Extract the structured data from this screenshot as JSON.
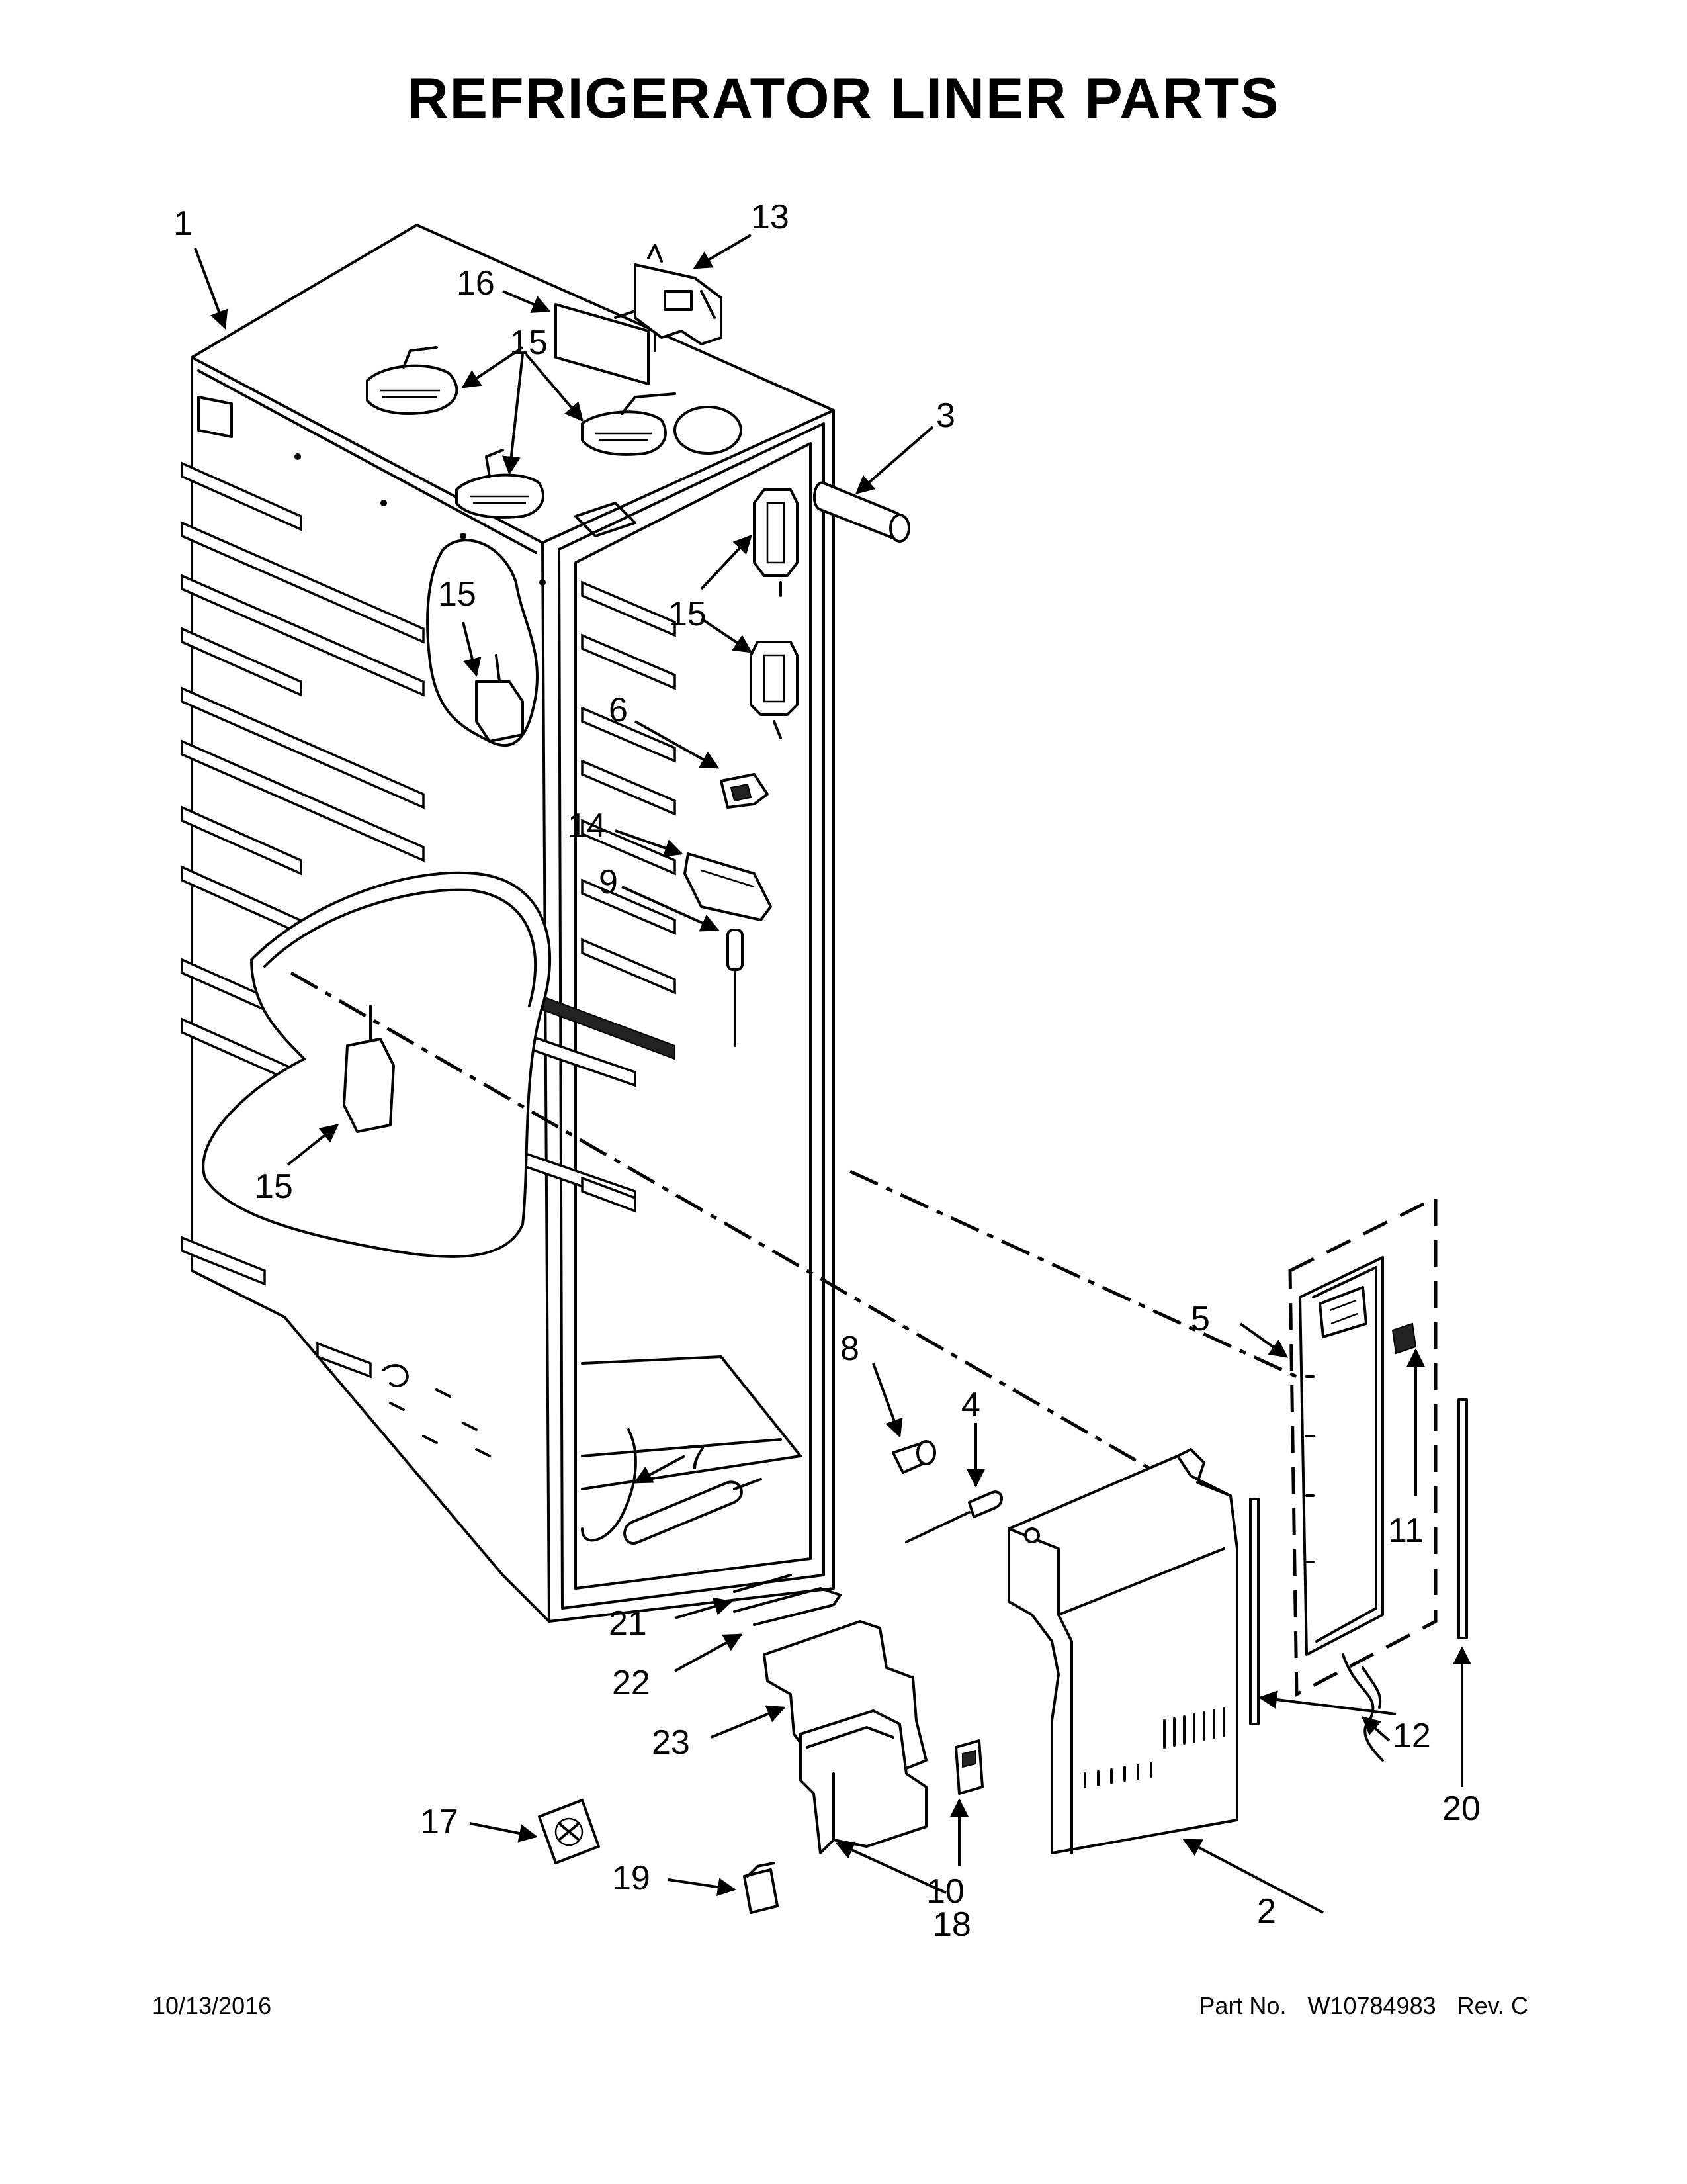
{
  "title": "REFRIGERATOR LINER PARTS",
  "footer": {
    "date": "10/13/2016",
    "part_label": "Part No.",
    "part_number": "W10784983",
    "revision": "Rev.  C"
  },
  "callouts": {
    "c1": "1",
    "c2": "2",
    "c3": "3",
    "c4": "4",
    "c5": "5",
    "c6": "6",
    "c7": "7",
    "c8": "8",
    "c9": "9",
    "c10": "10",
    "c11": "11",
    "c12": "12",
    "c13": "13",
    "c14": "14",
    "c15a": "15",
    "c15b": "15",
    "c15c": "15",
    "c15d": "15",
    "c16": "16",
    "c17": "17",
    "c18": "18",
    "c19": "19",
    "c20": "20",
    "c21": "21",
    "c22": "22",
    "c23": "23"
  }
}
